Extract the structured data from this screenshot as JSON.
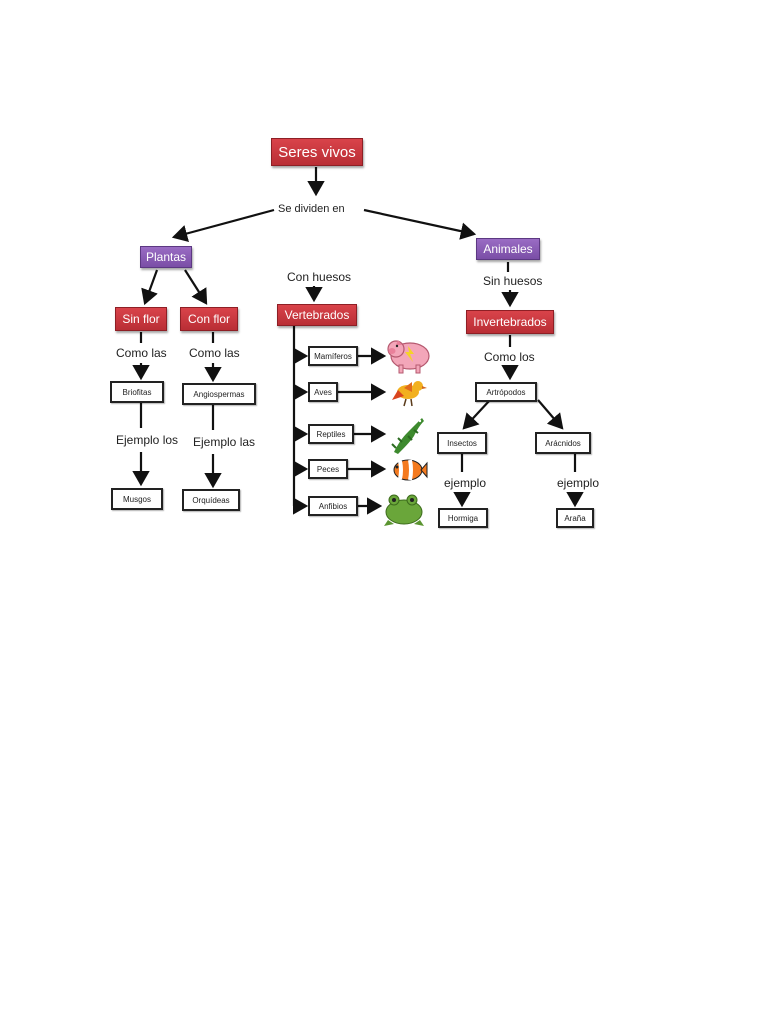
{
  "root": "Seres vivos",
  "root_connector": "Se dividen en",
  "plantas": {
    "label": "Plantas",
    "sin_flor": {
      "label": "Sin flor",
      "connector": "Como las",
      "group": "Briofitas",
      "example_connector": "Ejemplo los",
      "example": "Musgos"
    },
    "con_flor": {
      "label": "Con flor",
      "connector": "Como las",
      "group": "Angiospermas",
      "example_connector": "Ejemplo las",
      "example": "Orquídeas"
    }
  },
  "animales": {
    "label": "Animales",
    "vertebrados": {
      "connector": "Con huesos",
      "label": "Vertebrados",
      "classes": [
        {
          "label": "Mamíferos",
          "icon": "pig-icon"
        },
        {
          "label": "Aves",
          "icon": "bird-icon"
        },
        {
          "label": "Reptiles",
          "icon": "crocodile-icon"
        },
        {
          "label": "Peces",
          "icon": "clownfish-icon"
        },
        {
          "label": "Anfibios",
          "icon": "frog-icon"
        }
      ]
    },
    "invertebrados": {
      "connector": "Sin huesos",
      "label": "Invertebrados",
      "group_connector": "Como los",
      "group": "Artrópodos",
      "insectos": {
        "label": "Insectos",
        "connector": "ejemplo",
        "example": "Hormiga"
      },
      "aracnidos": {
        "label": "Arácnidos",
        "connector": "ejemplo",
        "example": "Araña"
      }
    }
  },
  "colors": {
    "red_node": "#c0353b",
    "purple_node": "#8a5db5",
    "line": "#111111"
  }
}
